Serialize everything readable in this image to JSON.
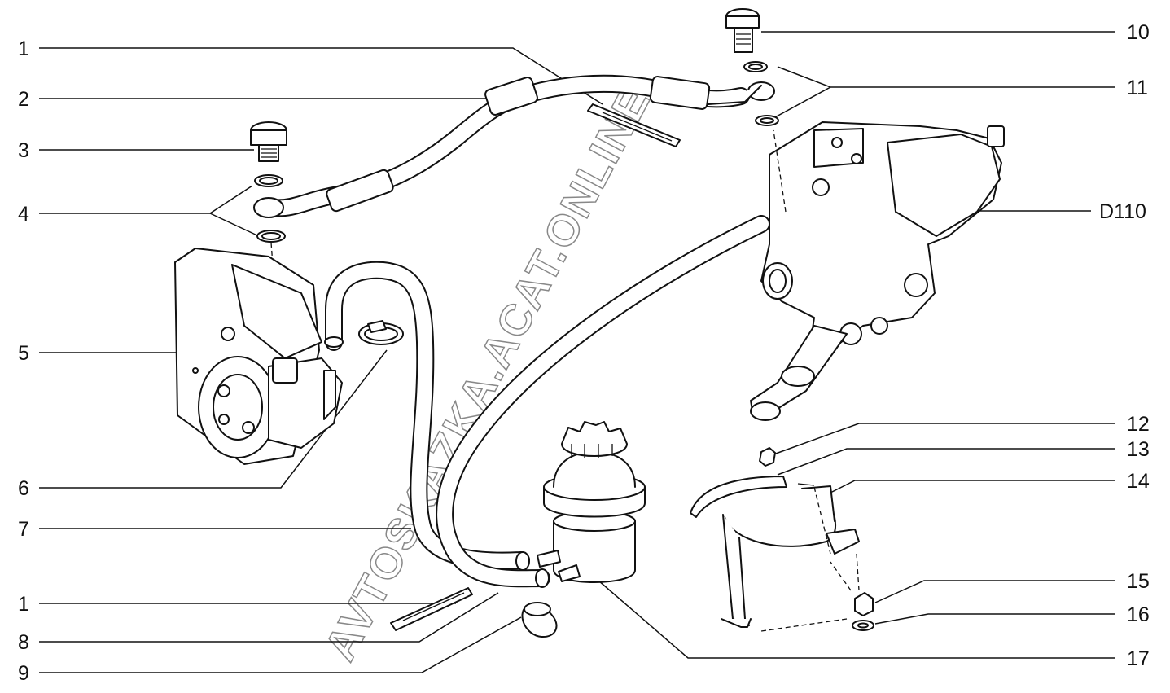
{
  "callouts": {
    "c1a": "1",
    "c2": "2",
    "c3": "3",
    "c4": "4",
    "c5": "5",
    "c6": "6",
    "c7": "7",
    "c1b": "1",
    "c8": "8",
    "c9": "9",
    "c10": "10",
    "c11": "11",
    "cD110": "D110",
    "c12": "12",
    "c13": "13",
    "c14": "14",
    "c15": "15",
    "c16": "16",
    "c17": "17"
  },
  "watermark": "AVTOSKAZKA.ACAT.ONLINE",
  "colors": {
    "line": "#111111",
    "watermark": "#888888",
    "background": "#ffffff"
  }
}
